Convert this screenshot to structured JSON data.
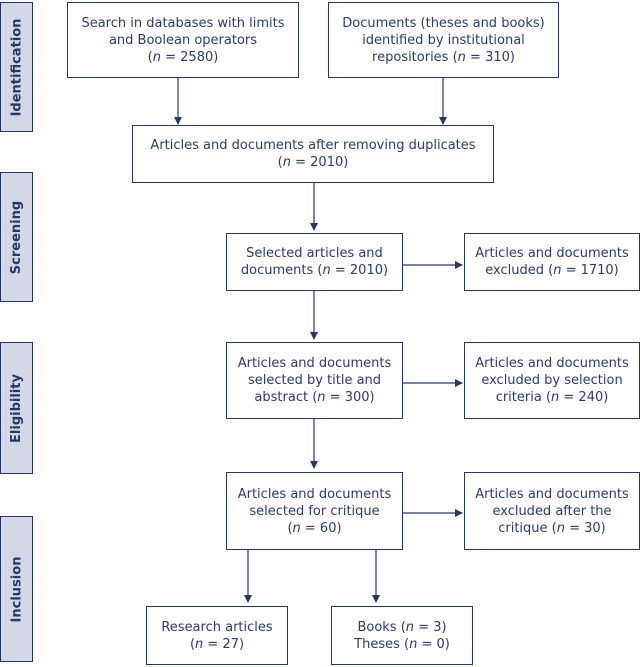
{
  "phases": {
    "identification": "Identification",
    "screening": "Screening",
    "eligibility": "Eligibility",
    "inclusion": "Inclusion"
  },
  "boxes": {
    "databases": {
      "line1": "Search in databases with limits",
      "line2": "and Boolean operators",
      "n_var": "n",
      "n_val": " = 2580)"
    },
    "repositories": {
      "line1": "Documents (theses and books)",
      "line2": "identified by institutional",
      "line3": "repositories (",
      "n_var": "n",
      "n_val": " = 310)"
    },
    "duplicates": {
      "line1": "Articles and documents after removing duplicates",
      "n_var": "n",
      "n_val": " = 2010)"
    },
    "selected": {
      "line1": "Selected articles and",
      "line2": "documents (",
      "n_var": "n",
      "n_val": " = 2010)"
    },
    "excluded1": {
      "line1": "Articles and documents",
      "line2": "excluded (",
      "n_var": "n",
      "n_val": " = 1710)"
    },
    "title_abstract": {
      "line1": "Articles and documents",
      "line2": "selected by title and",
      "line3": "abstract (",
      "n_var": "n",
      "n_val": " = 300)"
    },
    "excluded2": {
      "line1": "Articles and documents",
      "line2": "excluded by selection",
      "line3": "criteria (",
      "n_var": "n",
      "n_val": " = 240)"
    },
    "critique": {
      "line1": "Articles and documents",
      "line2": "selected for critique",
      "n_var": "n",
      "n_val": " = 60)"
    },
    "excluded3": {
      "line1": "Articles and documents",
      "line2": "excluded after the",
      "line3": "critique (",
      "n_var": "n",
      "n_val": " = 30)"
    },
    "research": {
      "line1": "Research articles",
      "n_var": "n",
      "n_val": " = 27)"
    },
    "books_theses": {
      "books": "Books (",
      "books_n_var": "n",
      "books_n_val": " = 3)",
      "theses": "Theses (",
      "theses_n_var": "n",
      "theses_n_val": " = 0)"
    }
  },
  "colors": {
    "border": "#26366b",
    "text": "#2b3a6b",
    "phase_fill": "#d4d8e6"
  }
}
